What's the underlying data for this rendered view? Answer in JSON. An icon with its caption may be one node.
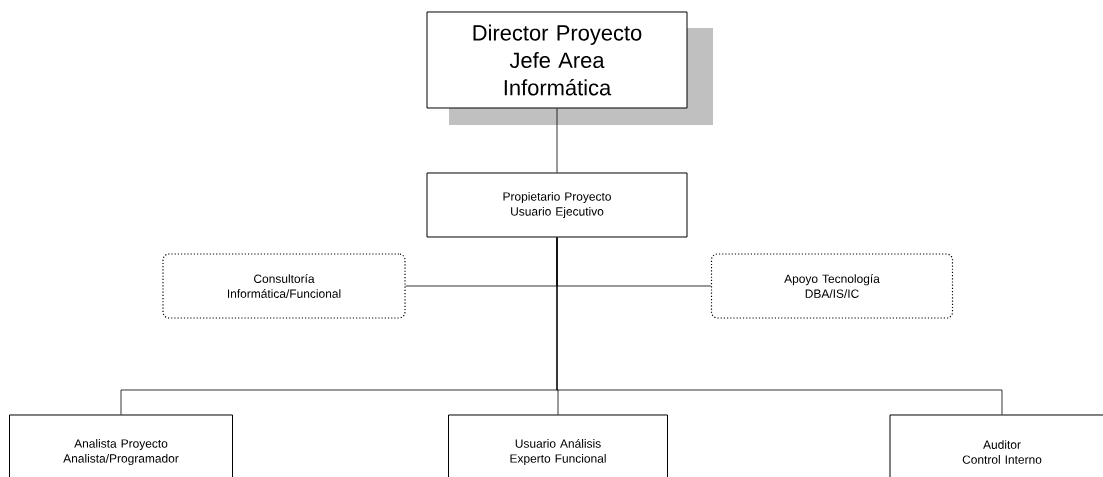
{
  "diagram": {
    "nodes": [
      {
        "text": [
          "Director Proyecto Jefe Area Informática"
        ]
      },
      {
        "text": [
          "Propietario Proyecto Usuario Ejecutivo"
        ]
      },
      {
        "text": [
          "Consultoría Informática/Funcional"
        ]
      },
      {
        "text": [
          "Apoyo Tecnología DBA/IS/IC"
        ]
      },
      {
        "text": [
          "Analista Proyecto Analista/Programador"
        ]
      },
      {
        "text": [
          "Usuario Análisis Experto Funcional"
        ]
      },
      {
        "text": [
          "Auditor Control Interno"
        ]
      }
    ],
    "edges": [
      {
        "from": 0,
        "to": 1,
        "arrow": "none"
      },
      {
        "from": 1,
        "to": 2,
        "arrow": "none"
      },
      {
        "from": 1,
        "to": 3,
        "arrow": "none"
      },
      {
        "from": 1,
        "to": 4,
        "arrow": "none"
      },
      {
        "from": 1,
        "to": 5,
        "arrow": "none"
      },
      {
        "from": 1,
        "to": 6,
        "arrow": "none"
      }
    ]
  }
}
